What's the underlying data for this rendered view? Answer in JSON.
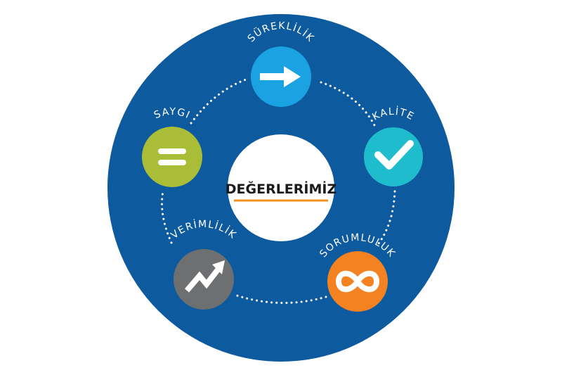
{
  "diagram": {
    "center": {
      "label": "DEĞERLERİMİZ",
      "underline_color": "#f0921e"
    },
    "ring_color": "#0d5a9e",
    "connector_color": "#ffffff",
    "values": [
      {
        "label": "SÜREKLİLİK",
        "icon": "arrow-right-icon",
        "color": "#1aa2e2"
      },
      {
        "label": "KALİTE",
        "icon": "check-icon",
        "color": "#1ebccd"
      },
      {
        "label": "SORUMLULUK",
        "icon": "infinity-icon",
        "color": "#f58220"
      },
      {
        "label": "VERİMLİLİK",
        "icon": "trend-up-icon",
        "color": "#6e6f70"
      },
      {
        "label": "SAYGI",
        "icon": "equals-icon",
        "color": "#a9bd37"
      }
    ]
  }
}
